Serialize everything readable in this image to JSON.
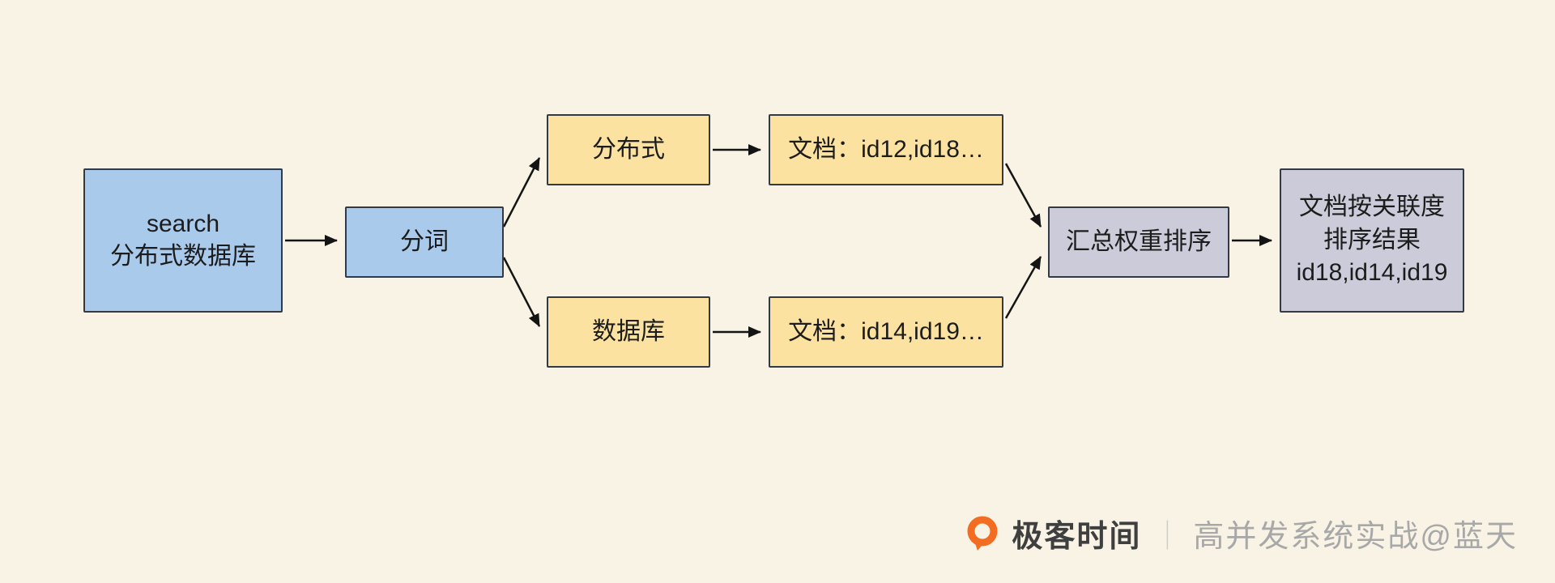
{
  "page": {
    "background": "#f8f3e4"
  },
  "colors": {
    "blue": "#aacaec",
    "yellow": "#fbe2a0",
    "gray": "#cbcbda",
    "border": "#333a45",
    "arrow": "#141414",
    "logo_orange": "#f26d21"
  },
  "nodes": {
    "search": {
      "lines": [
        "search",
        "分布式数据库"
      ]
    },
    "tokenize": {
      "lines": [
        "分词"
      ]
    },
    "distributed": {
      "lines": [
        "分布式"
      ]
    },
    "database": {
      "lines": [
        "数据库"
      ]
    },
    "doc_a": {
      "lines": [
        "文档：id12,id18…"
      ]
    },
    "doc_b": {
      "lines": [
        "文档：id14,id19…"
      ]
    },
    "rank": {
      "lines": [
        "汇总权重排序"
      ]
    },
    "result": {
      "lines": [
        "文档按关联度",
        "排序结果",
        "id18,id14,id19"
      ]
    }
  },
  "footer": {
    "brand": "极客时间",
    "divider": "｜",
    "credit": "高并发系统实战@蓝天"
  }
}
